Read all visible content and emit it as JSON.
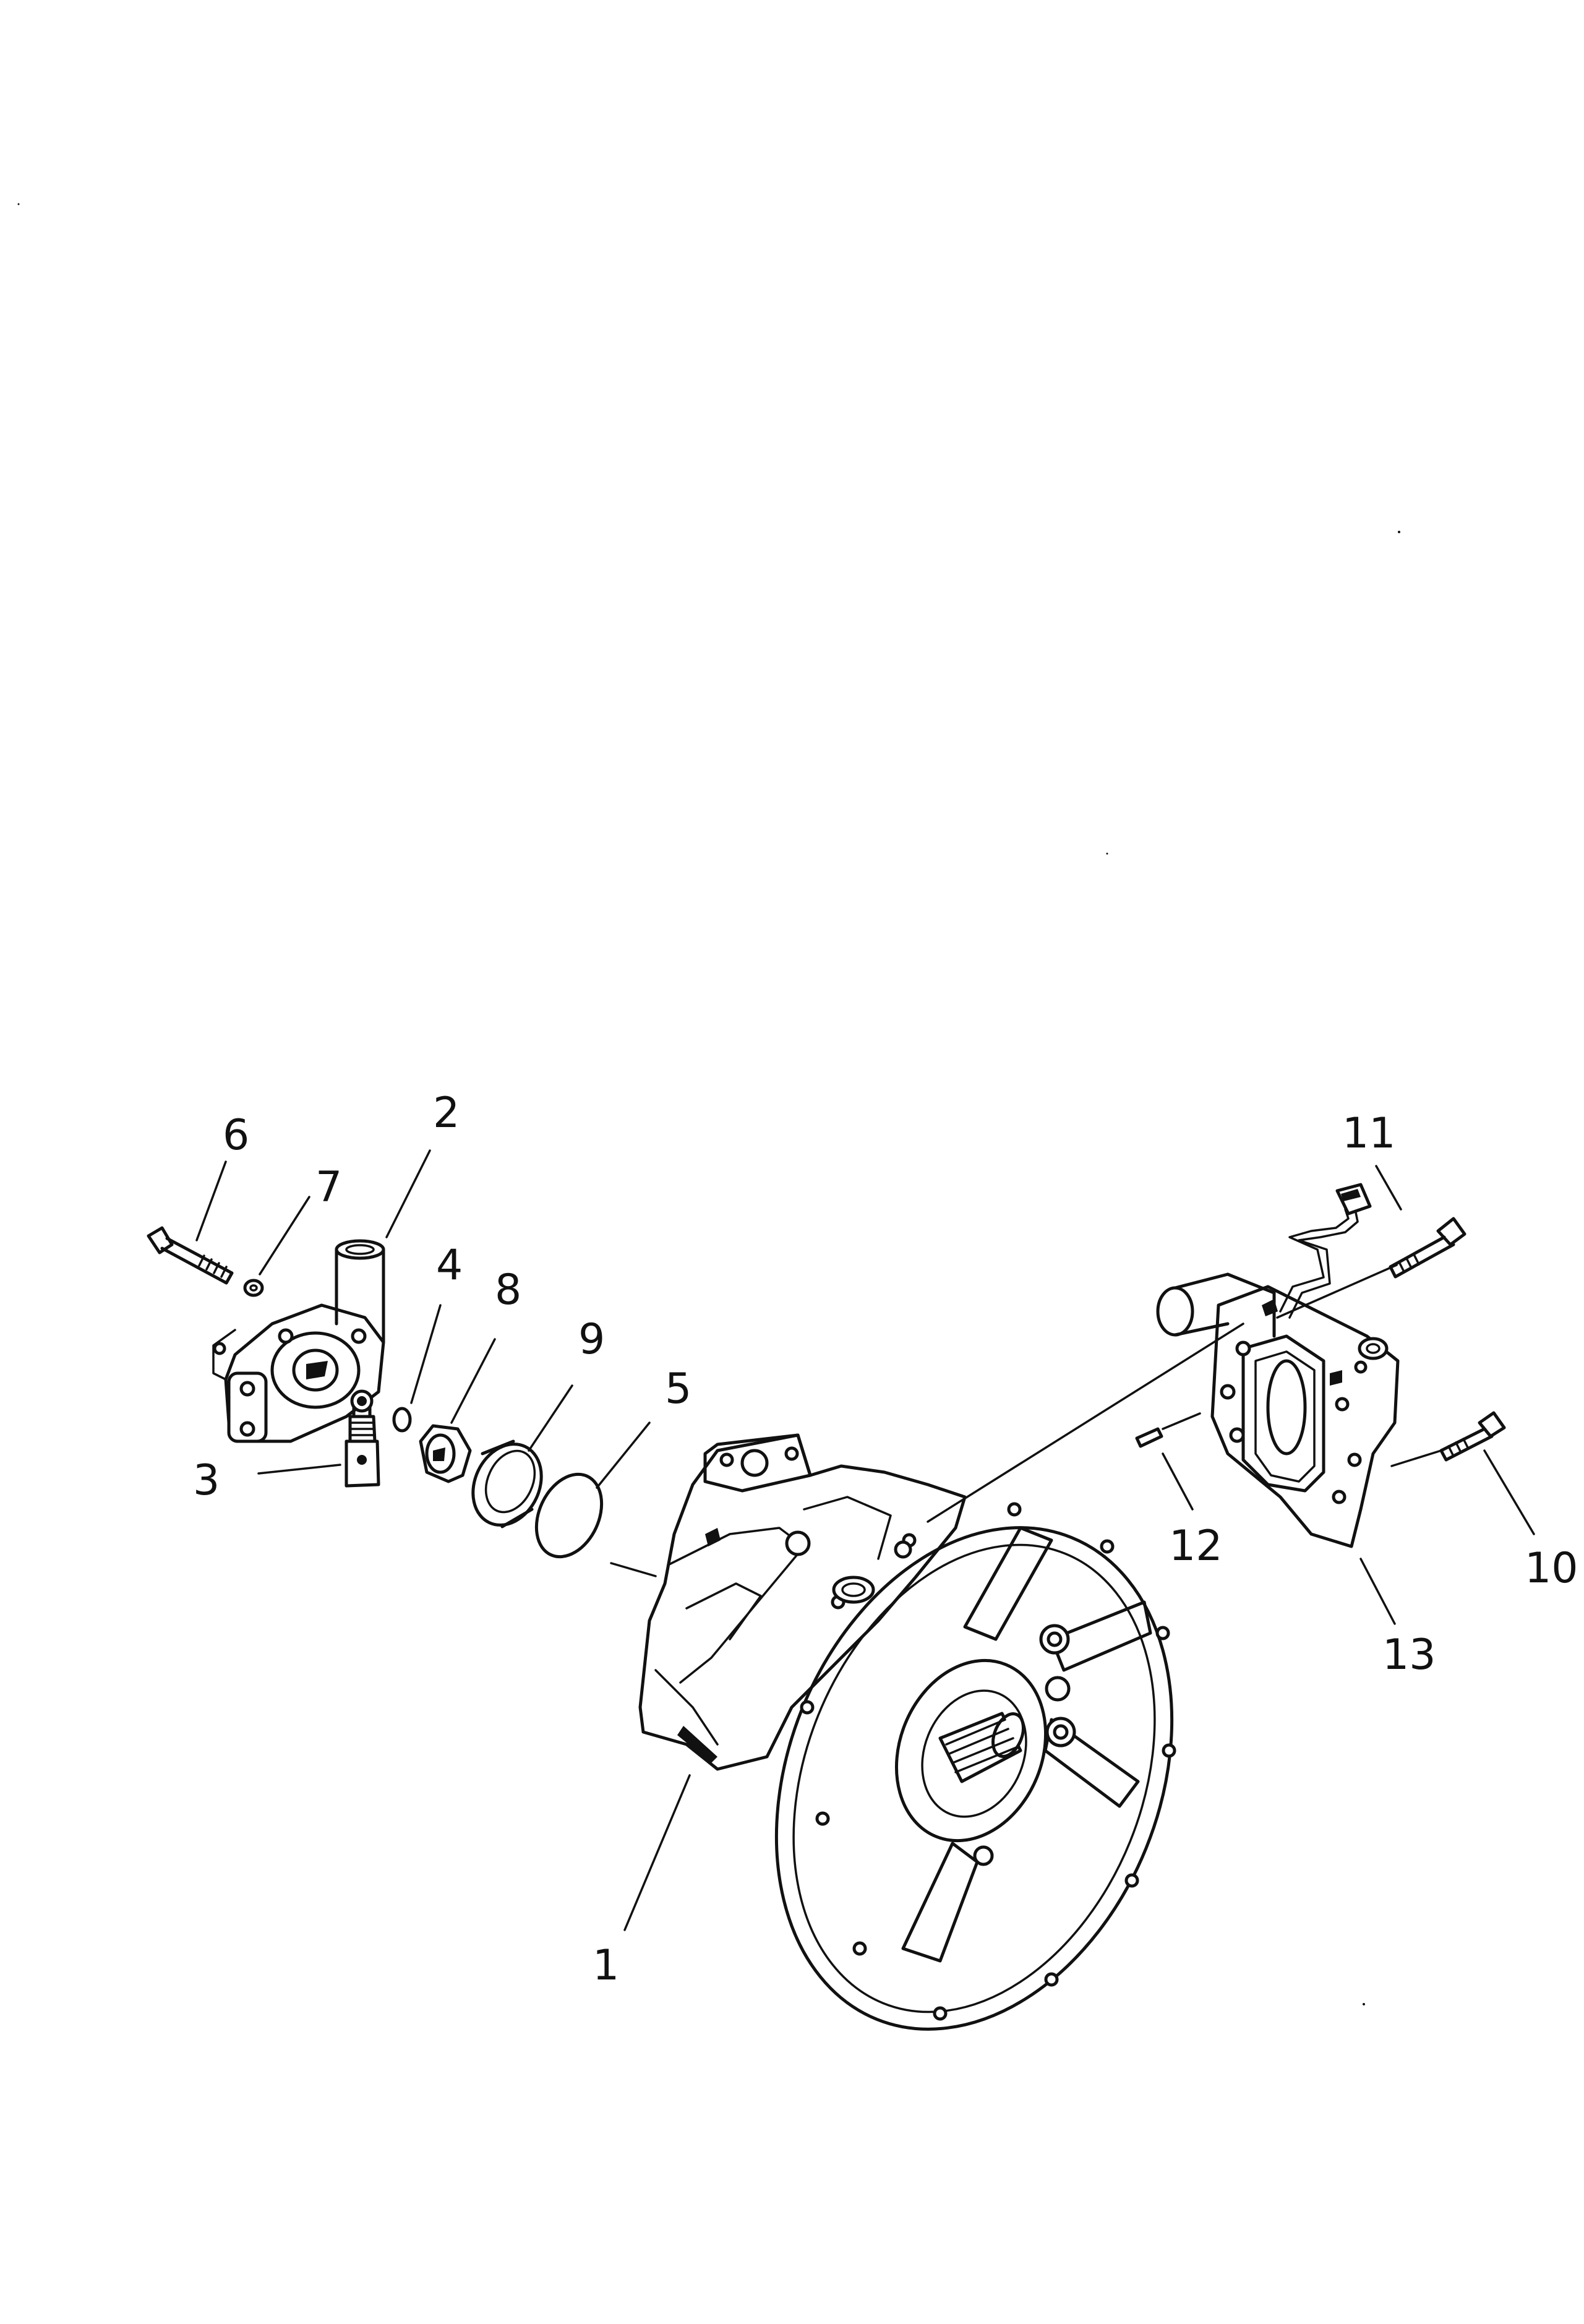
{
  "diagram": {
    "callouts": [
      {
        "id": "1",
        "label": "1"
      },
      {
        "id": "2",
        "label": "2"
      },
      {
        "id": "3",
        "label": "3"
      },
      {
        "id": "4",
        "label": "4"
      },
      {
        "id": "5",
        "label": "5"
      },
      {
        "id": "6",
        "label": "6"
      },
      {
        "id": "7",
        "label": "7"
      },
      {
        "id": "8",
        "label": "8"
      },
      {
        "id": "9",
        "label": "9"
      },
      {
        "id": "10",
        "label": "10"
      },
      {
        "id": "11",
        "label": "11"
      },
      {
        "id": "12",
        "label": "12"
      },
      {
        "id": "13",
        "label": "13"
      }
    ],
    "ink_color": "#111111",
    "background_color": "#ffffff"
  }
}
